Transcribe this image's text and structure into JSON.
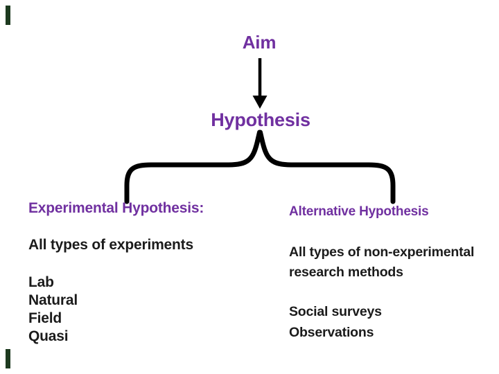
{
  "colors": {
    "heading": "#7030A0",
    "body": "#1b1b1b",
    "connector": "#000000",
    "corner_mark": "#1d3a1f"
  },
  "diagram": {
    "aim_label": "Aim",
    "hypothesis_label": "Hypothesis",
    "left_branch": {
      "heading": "Experimental Hypothesis:",
      "subheading": "All types of experiments",
      "items": [
        "Lab",
        "Natural",
        "Field",
        "Quasi"
      ]
    },
    "right_branch": {
      "heading": "Alternative Hypothesis",
      "subheading": "All types of non-experimental research methods",
      "items": [
        "Social surveys",
        "Observations"
      ]
    }
  }
}
